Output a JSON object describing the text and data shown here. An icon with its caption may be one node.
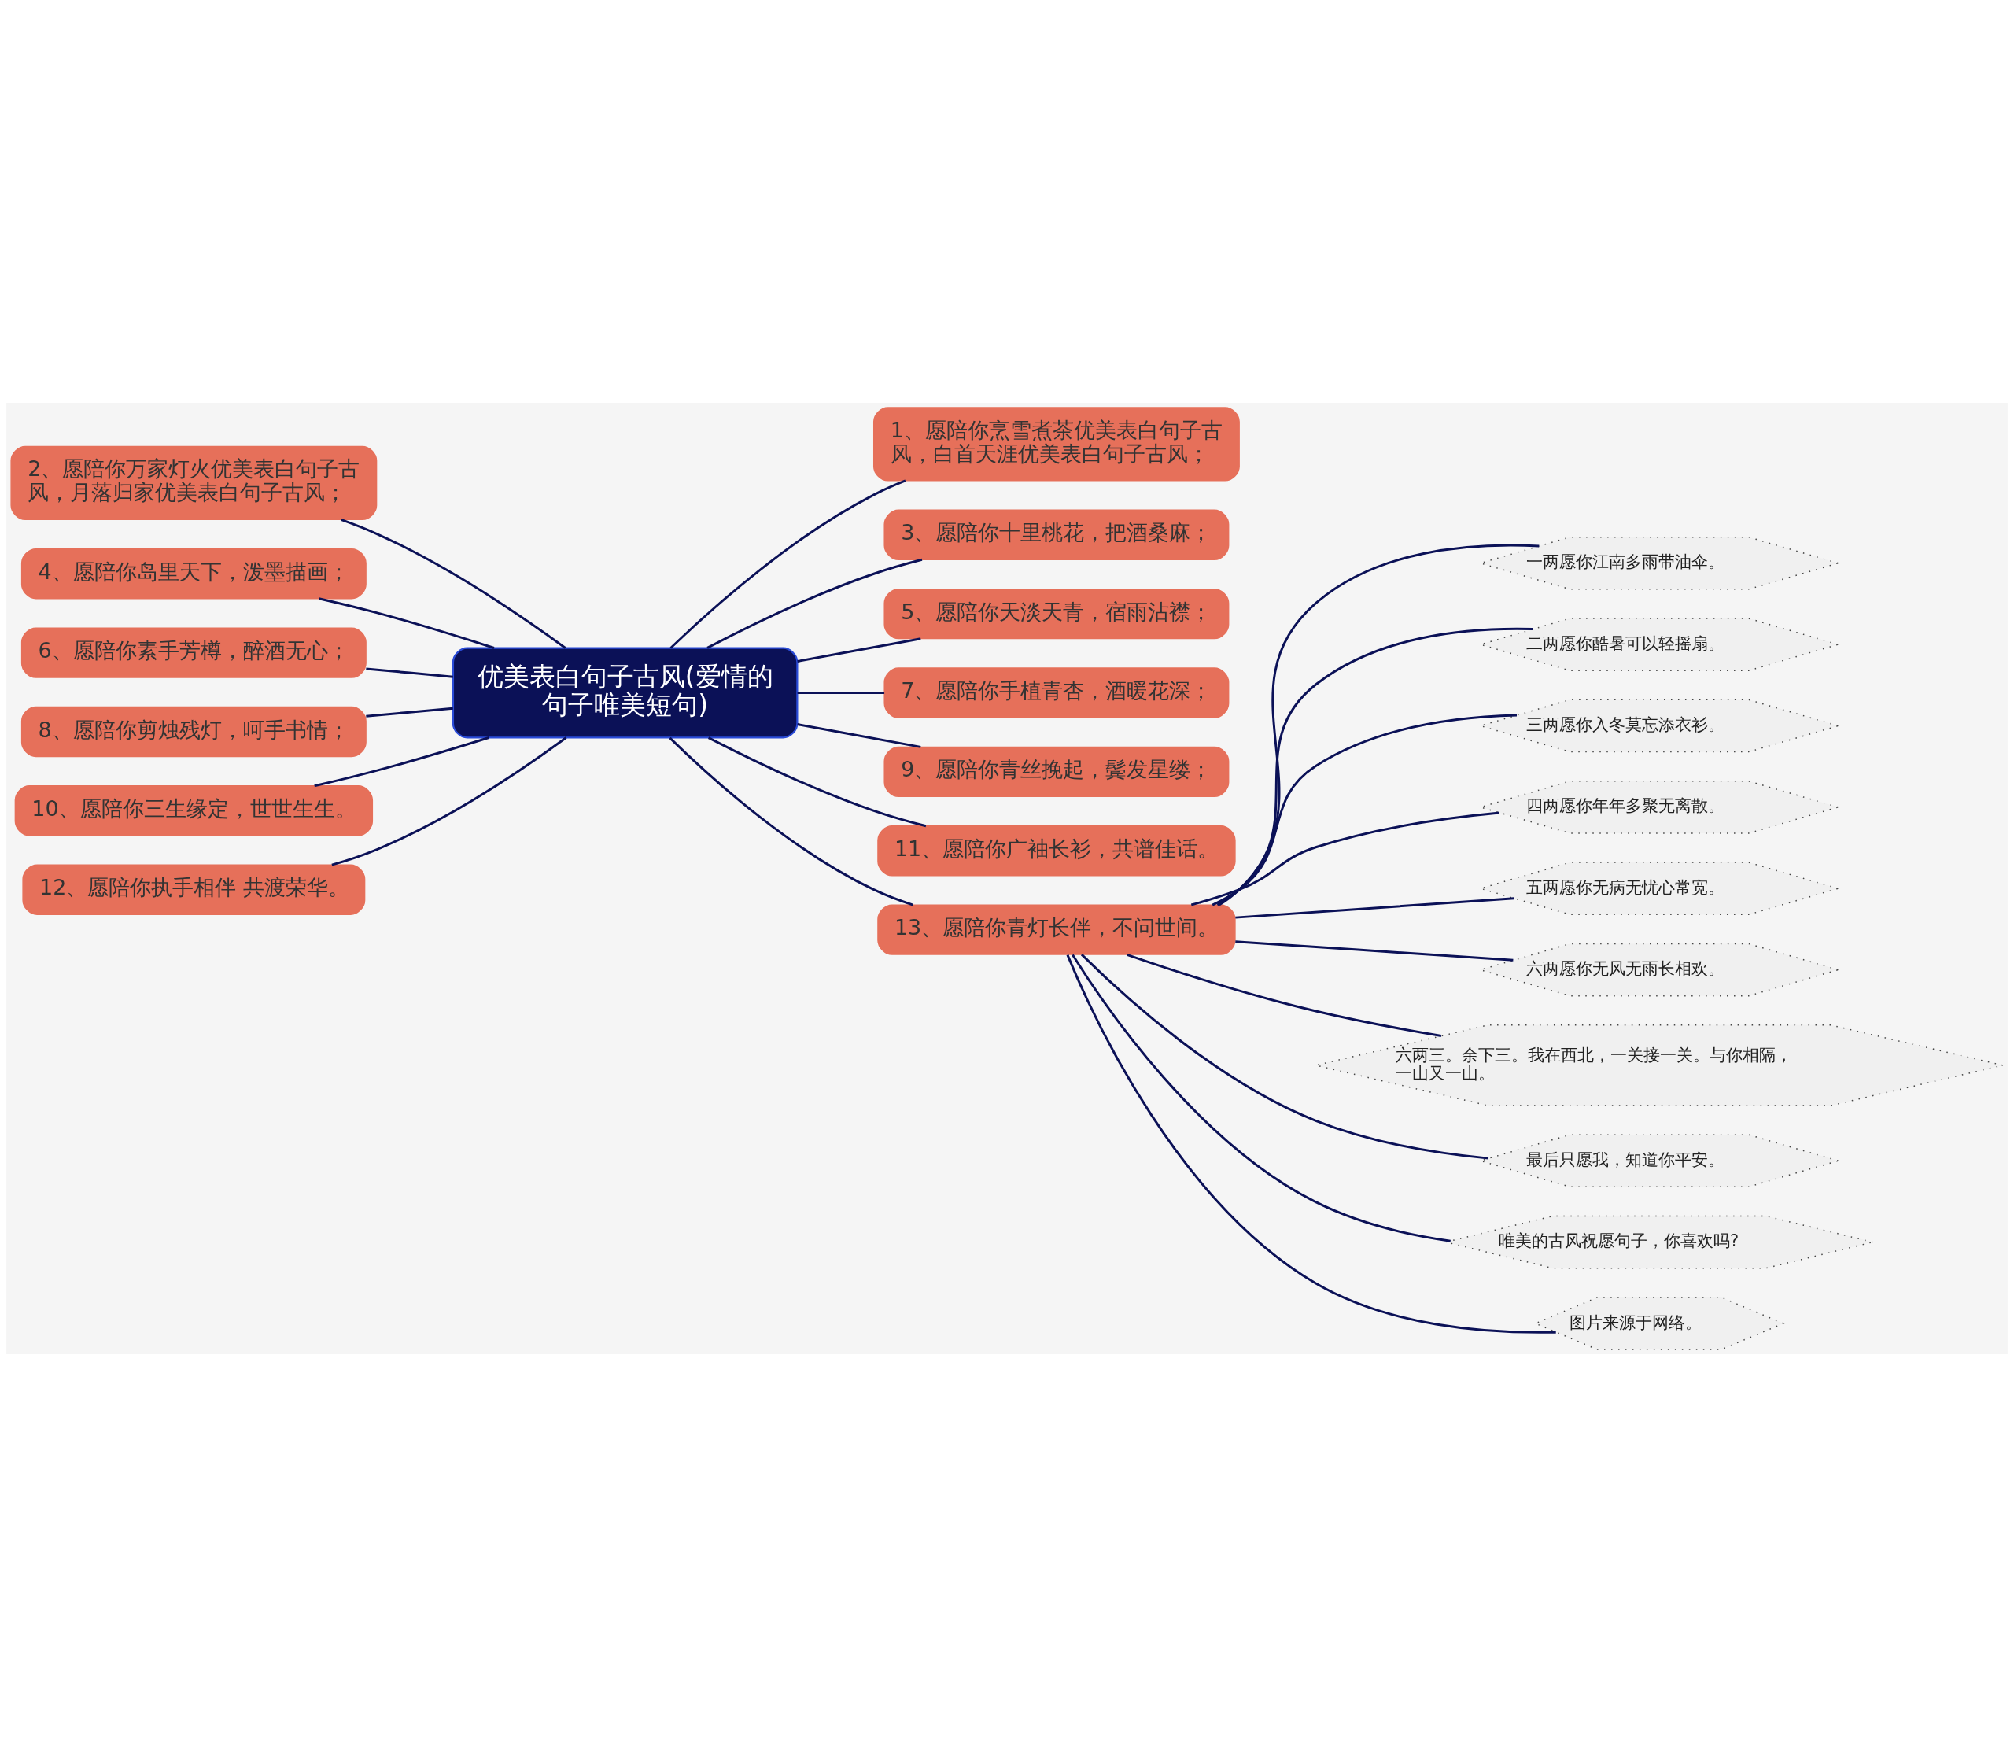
{
  "diagram": {
    "nodes": [
      {
        "text": [
          "优美表白句子古风(爱情的句子唯美短句)"
        ]
      },
      {
        "text": [
          "1、愿陪你烹雪煮茶优美表白句子古风，白首天涯优美表白句子古风；"
        ]
      },
      {
        "text": [
          "3、愿陪你十里桃花，把酒桑麻；"
        ]
      },
      {
        "text": [
          "5、愿陪你天淡天青，宿雨沾襟；"
        ]
      },
      {
        "text": [
          "7、愿陪你手植青杏，酒暖花深；"
        ]
      },
      {
        "text": [
          "9、愿陪你青丝挽起，鬓发星缕；"
        ]
      },
      {
        "text": [
          "11、愿陪你广袖长衫，共谱佳话。"
        ]
      },
      {
        "text": [
          "13、愿陪你青灯长伴，不问世间。"
        ]
      },
      {
        "text": [
          "2、愿陪你万家灯火优美表白句子古风，月落归家优美表白句子古风；"
        ]
      },
      {
        "text": [
          "4、愿陪你岛里天下，泼墨描画；"
        ]
      },
      {
        "text": [
          "6、愿陪你素手芳樽，醉酒无心；"
        ]
      },
      {
        "text": [
          "8、愿陪你剪烛残灯，呵手书情；"
        ]
      },
      {
        "text": [
          "10、愿陪你三生缘定，世世生生。"
        ]
      },
      {
        "text": [
          "12、愿陪你执手相伴 共渡荣华。"
        ]
      },
      {
        "text": [
          "一两愿你江南多雨带油伞。"
        ]
      },
      {
        "text": [
          "二两愿你酷暑可以轻摇扇。"
        ]
      },
      {
        "text": [
          "三两愿你入冬莫忘添衣衫。"
        ]
      },
      {
        "text": [
          "四两愿你年年多聚无离散。"
        ]
      },
      {
        "text": [
          "五两愿你无病无忧心常宽。"
        ]
      },
      {
        "text": [
          "六两愿你无风无雨长相欢。"
        ]
      },
      {
        "text": [
          "六两三。余下三。我在西北，一关接一关。与你相隔，一山又一山。"
        ]
      },
      {
        "text": [
          "最后只愿我，知道你平安。"
        ]
      },
      {
        "text": [
          "唯美的古风祝愿句子，你喜欢吗?"
        ]
      },
      {
        "text": [
          "图片来源于网络。"
        ]
      }
    ],
    "edges": [
      {
        "from": 0,
        "to": 1,
        "arrow": "none"
      },
      {
        "from": 0,
        "to": 2,
        "arrow": "none"
      },
      {
        "from": 0,
        "to": 3,
        "arrow": "none"
      },
      {
        "from": 0,
        "to": 4,
        "arrow": "none"
      },
      {
        "from": 0,
        "to": 5,
        "arrow": "none"
      },
      {
        "from": 0,
        "to": 6,
        "arrow": "none"
      },
      {
        "from": 0,
        "to": 7,
        "arrow": "none"
      },
      {
        "from": 0,
        "to": 8,
        "arrow": "none"
      },
      {
        "from": 0,
        "to": 9,
        "arrow": "none"
      },
      {
        "from": 0,
        "to": 10,
        "arrow": "none"
      },
      {
        "from": 0,
        "to": 11,
        "arrow": "none"
      },
      {
        "from": 0,
        "to": 12,
        "arrow": "none"
      },
      {
        "from": 0,
        "to": 13,
        "arrow": "none"
      },
      {
        "from": 7,
        "to": 14,
        "arrow": "none"
      },
      {
        "from": 7,
        "to": 15,
        "arrow": "none"
      },
      {
        "from": 7,
        "to": 16,
        "arrow": "none"
      },
      {
        "from": 7,
        "to": 17,
        "arrow": "none"
      },
      {
        "from": 7,
        "to": 18,
        "arrow": "none"
      },
      {
        "from": 7,
        "to": 19,
        "arrow": "none"
      },
      {
        "from": 7,
        "to": 20,
        "arrow": "none"
      },
      {
        "from": 7,
        "to": 21,
        "arrow": "none"
      },
      {
        "from": 7,
        "to": 22,
        "arrow": "none"
      },
      {
        "from": 7,
        "to": 23,
        "arrow": "none"
      }
    ]
  }
}
